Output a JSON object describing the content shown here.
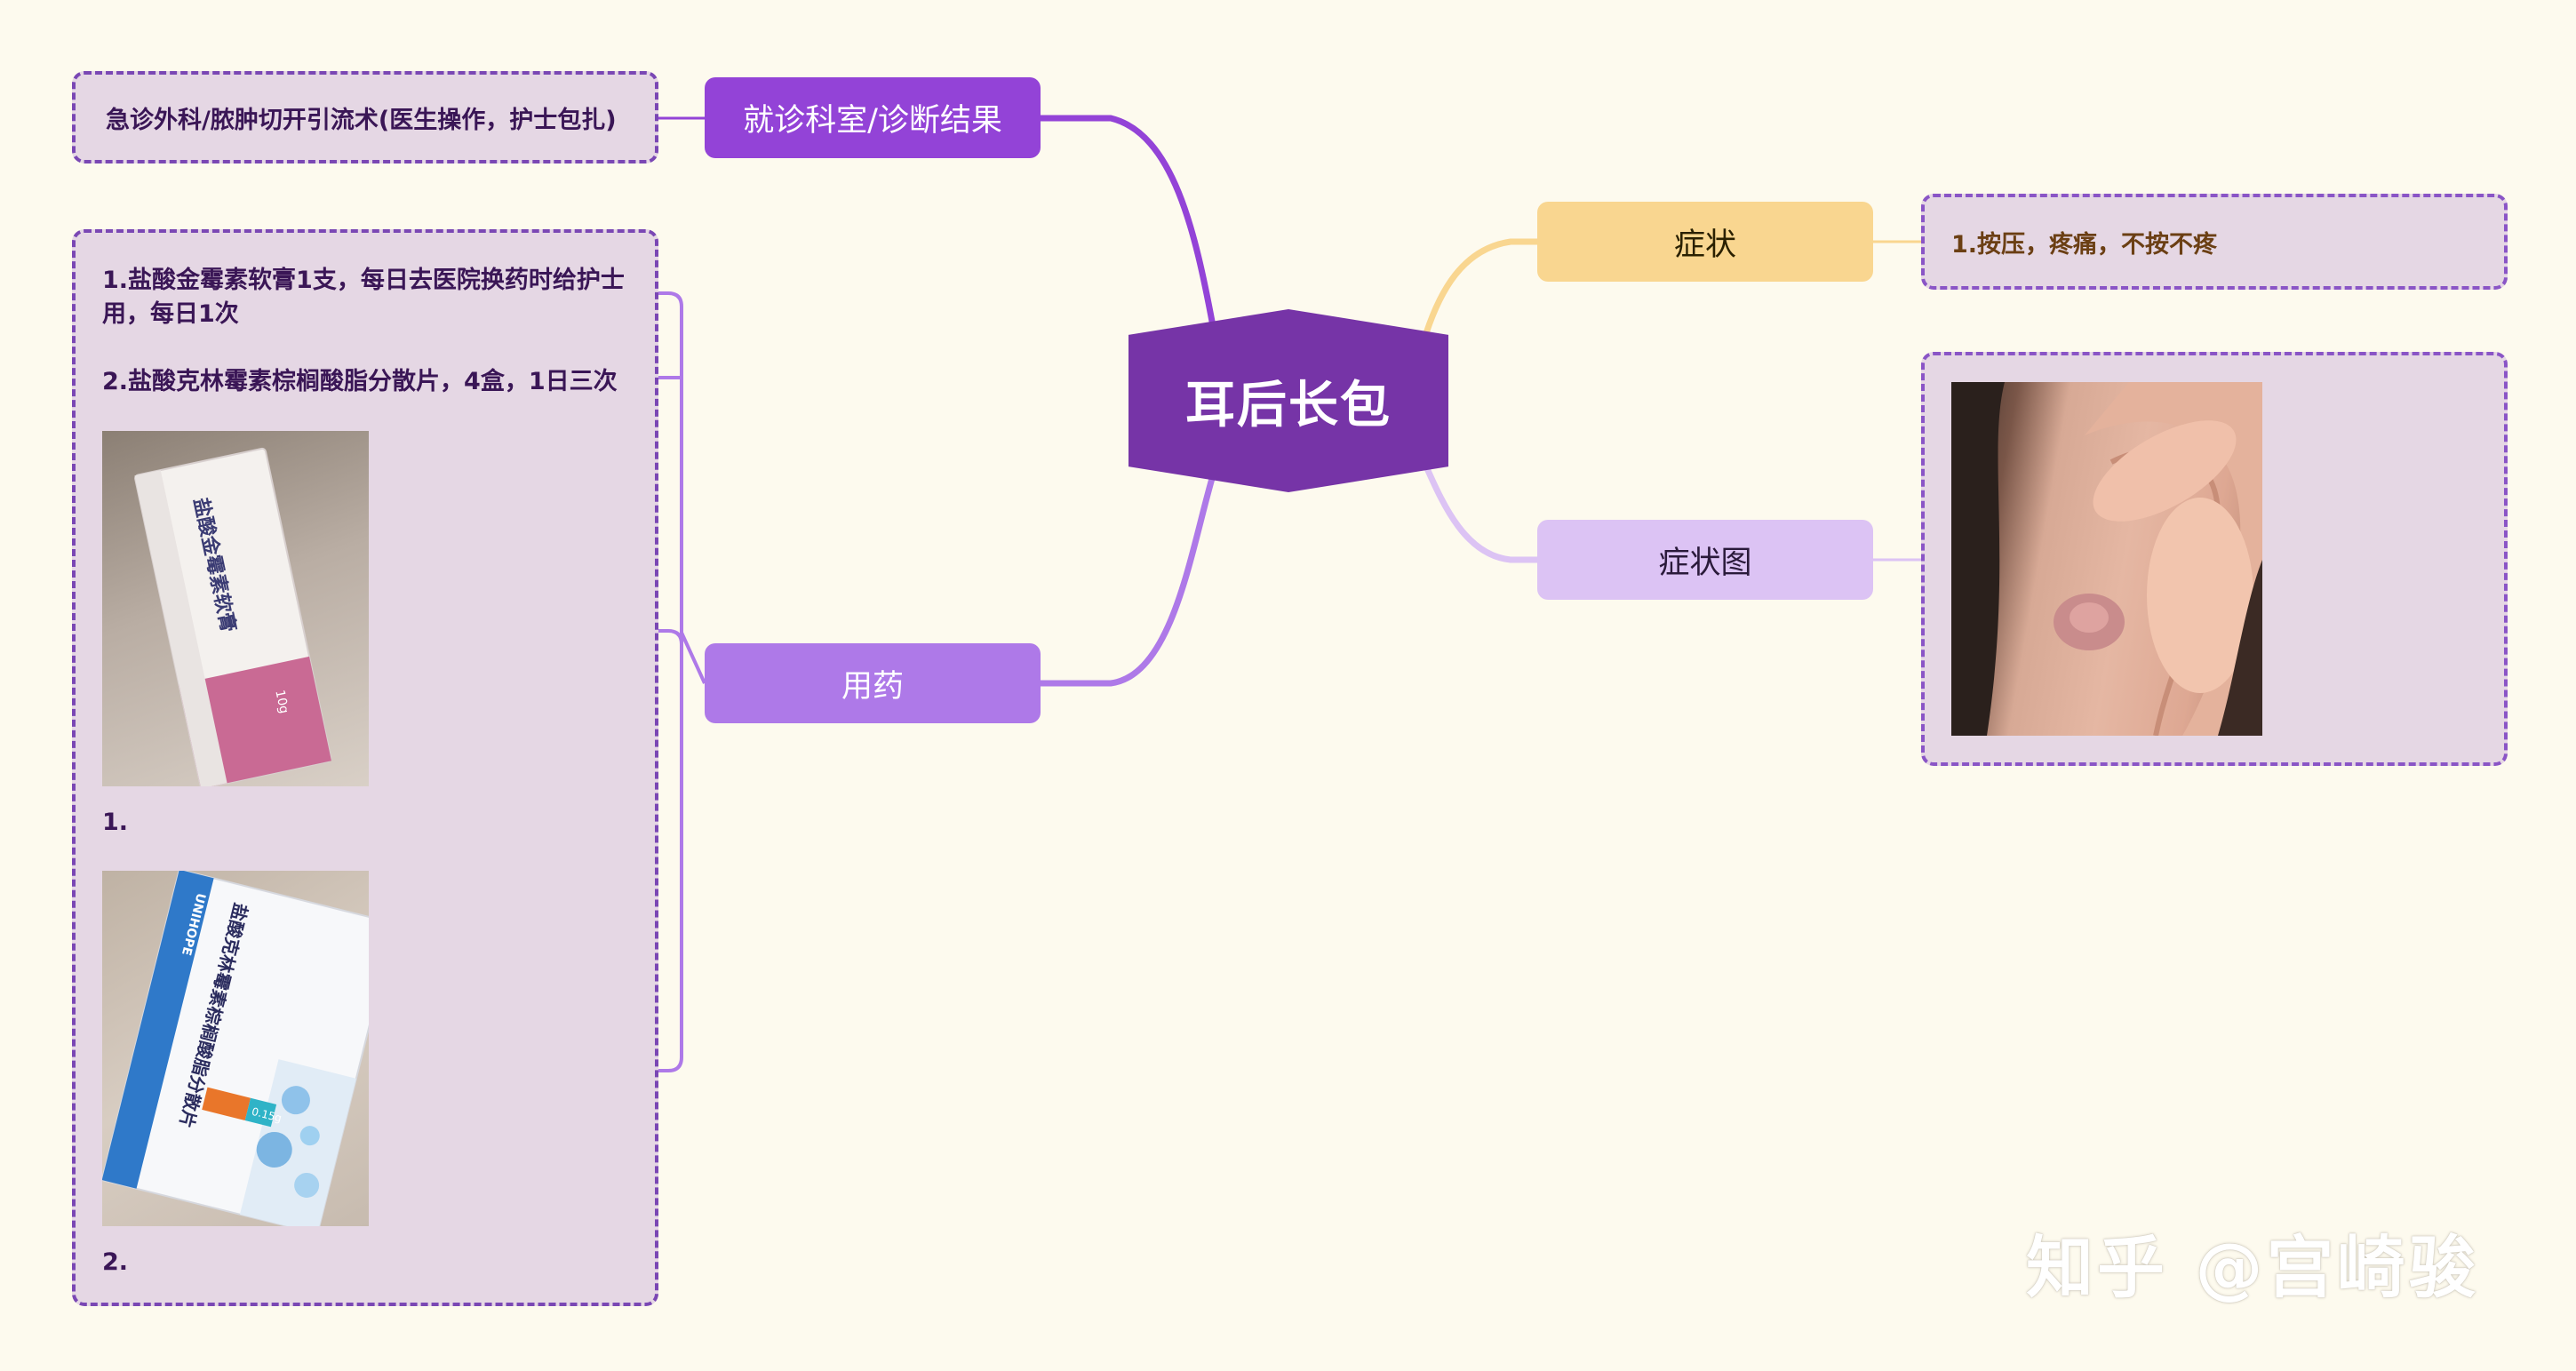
{
  "central": {
    "title": "耳后长包"
  },
  "branches": {
    "dept": {
      "label": "就诊科室/诊断结果",
      "note": "急诊外科/脓肿切开引流术(医生操作，护士包扎)"
    },
    "meds": {
      "label": "用药",
      "items": [
        "1.盐酸金霉素软膏1支，每日去医院换药时给护士用，每日1次",
        "2.盐酸克林霉素棕榈酸脂分散片，4盒，1日三次"
      ],
      "image_captions": [
        "1.",
        "2."
      ],
      "ointment_box": {
        "name": "盐酸金霉素软膏",
        "weight": "10g"
      },
      "tablet_box": {
        "name": "盐酸克林霉素棕榈酸脂分散片",
        "brand": "UNIHOPE",
        "dose": "0.15g"
      }
    },
    "symptom": {
      "label": "症状",
      "note": "1.按压，疼痛，不按不疼"
    },
    "symptom_image": {
      "label": "症状图"
    }
  },
  "watermark": "知乎 @宫崎骏",
  "colors": {
    "background": "#fdfaee",
    "central": "#7634a7",
    "dept": "#9343d7",
    "meds": "#ae79e8",
    "symptom": "#f9d690",
    "symptom_image": "#dcc3f4",
    "note_box": "#e5d7e4",
    "dashed_border": "#7a47b4"
  }
}
